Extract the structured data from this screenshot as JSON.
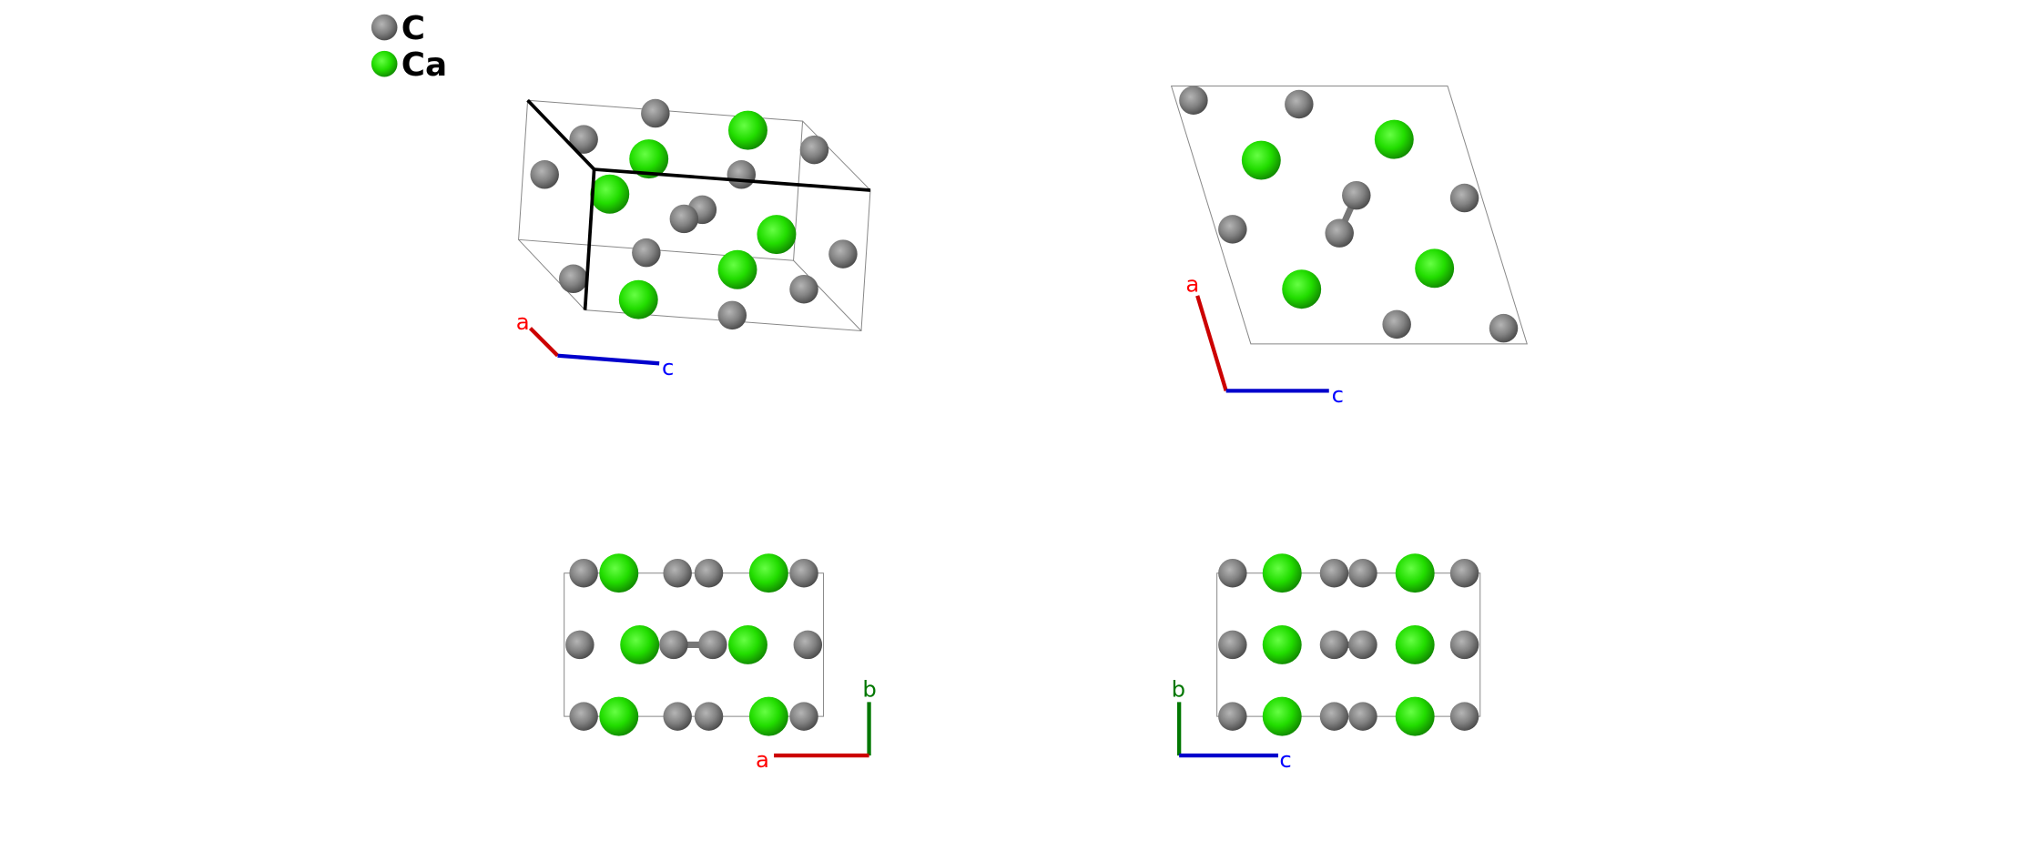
{
  "legend": [
    {
      "element": "C",
      "color": "#808080"
    },
    {
      "element": "Ca",
      "color": "#22dd00"
    }
  ],
  "views": [
    {
      "name": "perspective",
      "axes": [
        {
          "label": "a",
          "color": "#cc0000"
        },
        {
          "label": "c",
          "color": "#0000cc"
        }
      ]
    },
    {
      "name": "along-b",
      "axes": [
        {
          "label": "a",
          "color": "#cc0000"
        },
        {
          "label": "c",
          "color": "#0000cc"
        }
      ]
    },
    {
      "name": "along-c",
      "axes": [
        {
          "label": "b",
          "color": "#007700"
        },
        {
          "label": "a",
          "color": "#cc0000"
        }
      ]
    },
    {
      "name": "along-a",
      "axes": [
        {
          "label": "b",
          "color": "#007700"
        },
        {
          "label": "c",
          "color": "#0000cc"
        }
      ]
    }
  ]
}
